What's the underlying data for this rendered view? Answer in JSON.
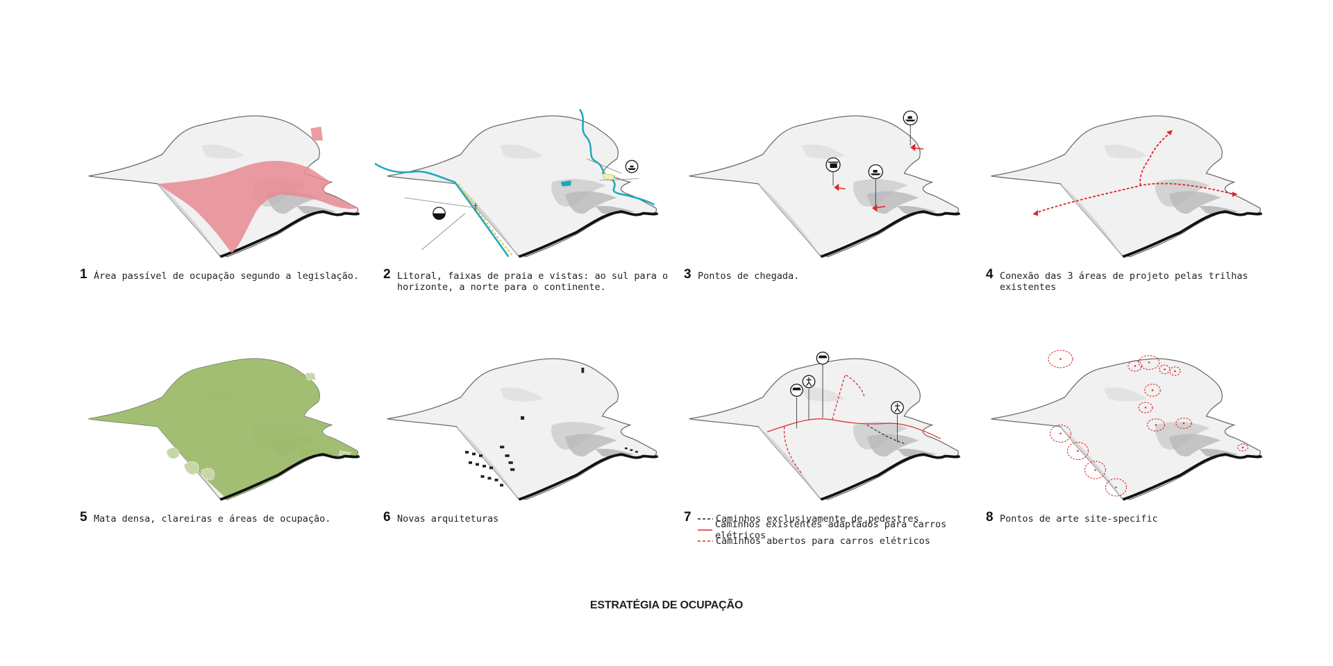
{
  "title": "ESTRATÉGIA DE OCUPAÇÃO",
  "colors": {
    "pink": "#e88a92",
    "red": "#e0272c",
    "teal": "#1aa9b9",
    "green": "#9dbb6b",
    "terrain": "#ececec"
  },
  "panels": [
    {
      "num": "1",
      "text": "Área passível de ocupação segundo a legislação."
    },
    {
      "num": "2",
      "text": "Litoral, faixas de praia e vistas: ao sul para o horizonte, a norte para o continente."
    },
    {
      "num": "3",
      "text": "Pontos de chegada."
    },
    {
      "num": "4",
      "text": "Conexão das 3 áreas de projeto pelas trilhas existentes"
    },
    {
      "num": "5",
      "text": "Mata densa, clareiras e áreas de ocupação."
    },
    {
      "num": "6",
      "text": "Novas arquiteturas"
    },
    {
      "num": "7",
      "legend": [
        {
          "style": "dashed-black",
          "label": "Caminhos exclusivamente de pedestres"
        },
        {
          "style": "solid-red",
          "label": "Caminhos existentes adaptados para carros elétricos"
        },
        {
          "style": "dashed-red",
          "label": "Caminhos abertos para carros elétricos"
        }
      ]
    },
    {
      "num": "8",
      "text": "Pontos de arte site-specific"
    }
  ],
  "icons": {
    "boat": "boat-icon",
    "helicopter": "helicopter-icon",
    "car": "car-icon",
    "pedestrian": "pedestrian-icon",
    "sun": "sun-icon"
  }
}
